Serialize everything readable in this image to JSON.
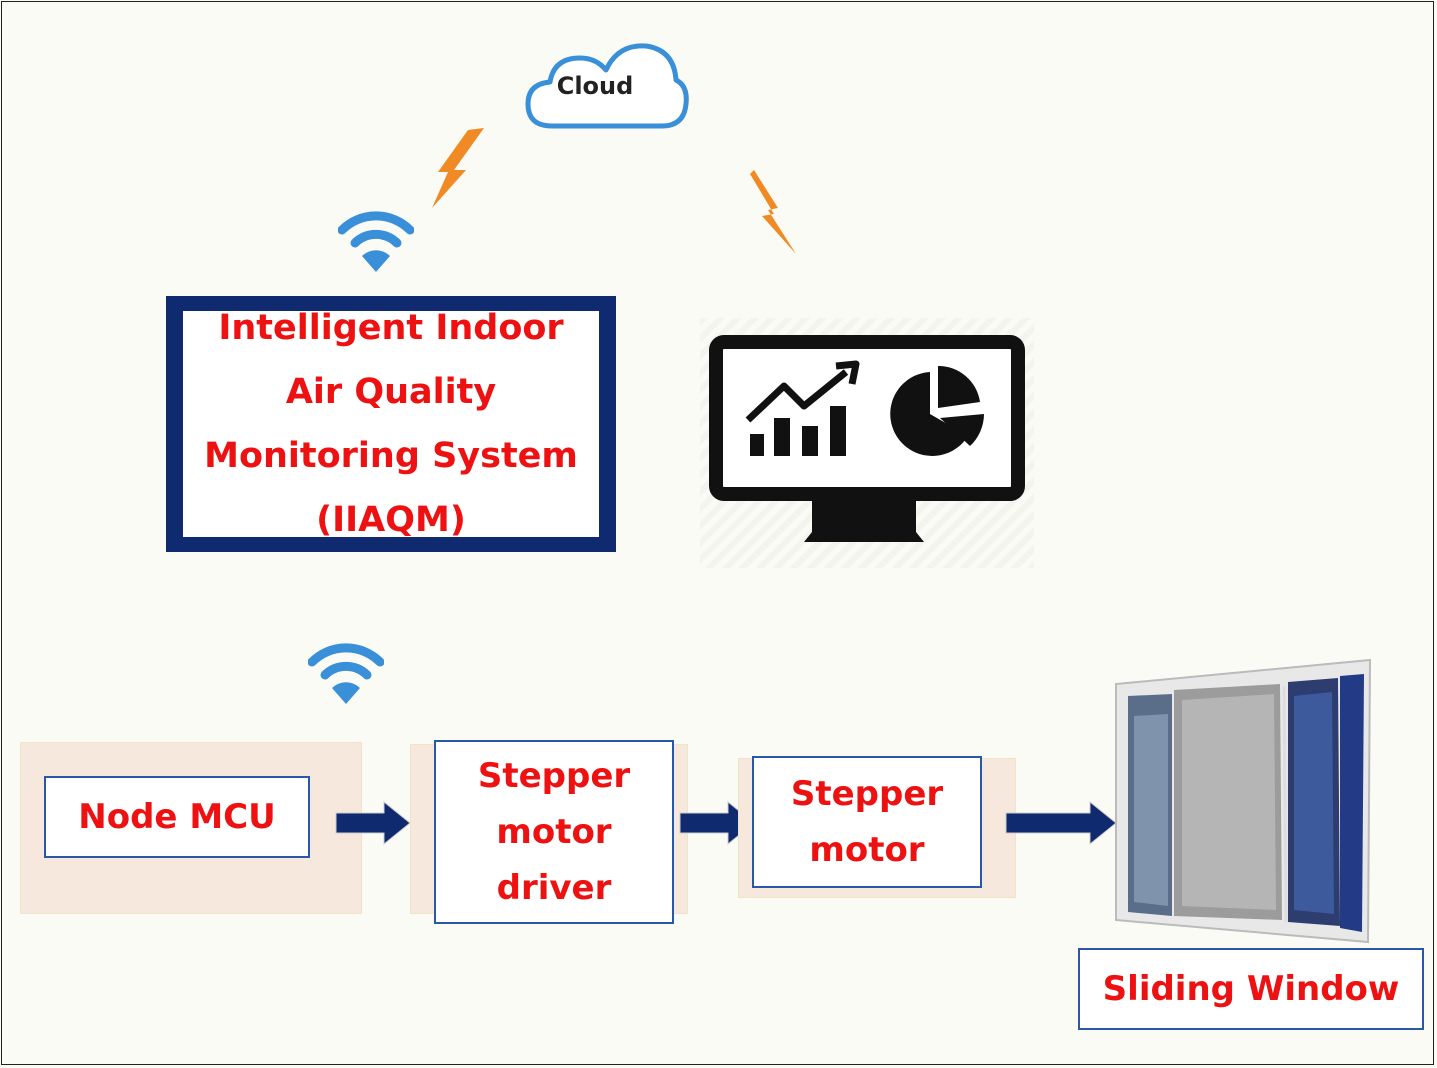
{
  "cloud": {
    "label": "Cloud",
    "icon": "cloud-icon"
  },
  "system": {
    "title": "Intelligent Indoor Air Quality Monitoring System (IIAQM)"
  },
  "dashboard": {
    "icon": "monitor-chart-icon"
  },
  "chain": {
    "node_mcu": "Node MCU",
    "driver": "Stepper motor driver",
    "motor": "Stepper motor",
    "window": "Sliding Window"
  },
  "colors": {
    "text_red": "#ee1111",
    "box_border_blue": "#2a57a8",
    "main_frame_navy": "#0f2a6e",
    "arrow_navy": "#0f2a6e",
    "wifi_blue": "#3a8fd9",
    "lightning_orange": "#f08a24"
  }
}
